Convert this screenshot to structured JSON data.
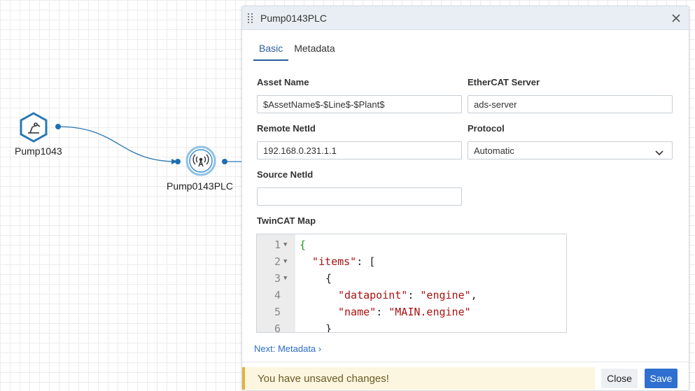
{
  "canvas": {
    "nodes": [
      {
        "label": "Pump1043",
        "icon": "robot-arm-icon"
      },
      {
        "label": "Pump0143PLC",
        "icon": "antenna-icon"
      }
    ]
  },
  "panel": {
    "title": "Pump0143PLC",
    "tabs": [
      {
        "label": "Basic",
        "active": true
      },
      {
        "label": "Metadata",
        "active": false
      }
    ],
    "fields": {
      "asset_name": {
        "label": "Asset Name",
        "value": "$AssetName$-$Line$-$Plant$"
      },
      "ethercat_server": {
        "label": "EtherCAT Server",
        "value": "ads-server"
      },
      "remote_netid": {
        "label": "Remote NetId",
        "value": "192.168.0.231.1.1"
      },
      "protocol": {
        "label": "Protocol",
        "value": "Automatic"
      },
      "source_netid": {
        "label": "Source NetId",
        "value": ""
      },
      "twincat_map": {
        "label": "TwinCAT Map"
      }
    },
    "code_lines": [
      {
        "n": "1",
        "fold": true
      },
      {
        "n": "2",
        "fold": true
      },
      {
        "n": "3",
        "fold": true
      },
      {
        "n": "4",
        "fold": false
      },
      {
        "n": "5",
        "fold": false
      },
      {
        "n": "6",
        "fold": false
      }
    ],
    "code_text": {
      "l1": "{",
      "l2_key": "\"items\"",
      "l2_rest": ": [",
      "l3": "{",
      "l4_key": "\"datapoint\"",
      "l4_val": "\"engine\"",
      "l5_key": "\"name\"",
      "l5_val": "\"MAIN.engine\"",
      "l6": "}"
    },
    "next_link": "Next: Metadata",
    "footer": {
      "warning": "You have unsaved changes!",
      "close_label": "Close",
      "save_label": "Save"
    }
  },
  "colors": {
    "accent": "#2f6fcf",
    "node_blue": "#1f77b4",
    "warning_bg": "#fcf5df",
    "warning_bar": "#e2b33b"
  }
}
